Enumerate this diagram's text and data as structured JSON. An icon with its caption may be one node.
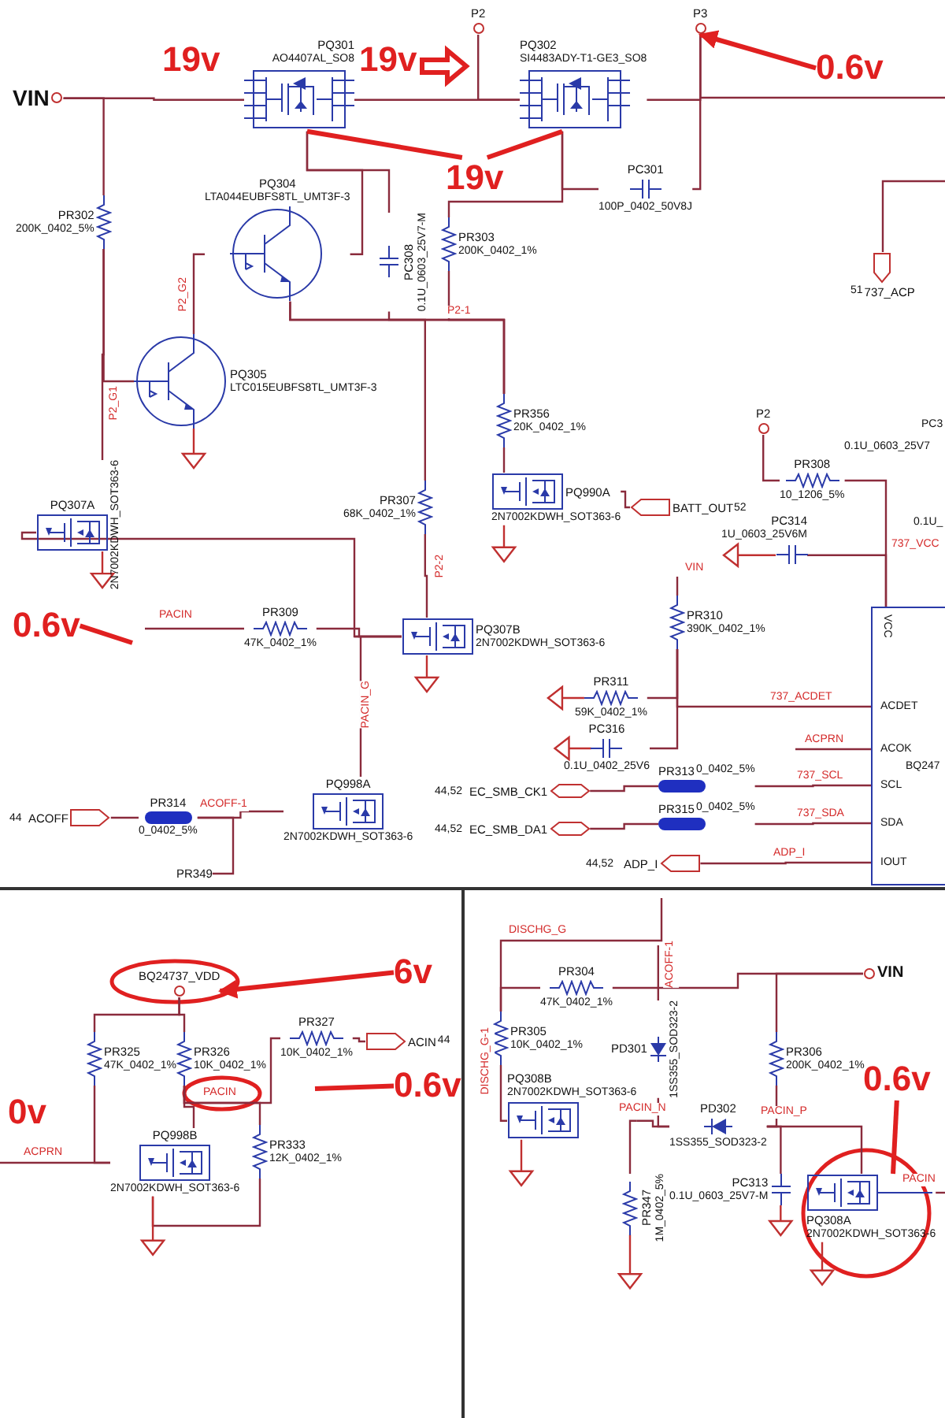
{
  "diagram": {
    "nodes": [
      {
        "text": [
          "VIN"
        ]
      },
      {
        "text": [
          "PQ301",
          "AO4407AL_SO8"
        ]
      },
      {
        "text": [
          "P2"
        ]
      },
      {
        "text": [
          "PQ302",
          "SI4483ADY-T1-GE3_SO8"
        ]
      },
      {
        "text": [
          "P3"
        ]
      },
      {
        "text": [
          "PR302",
          "200K_0402_5%"
        ]
      },
      {
        "text": [
          "PQ304",
          "LTA044EUBFS8TL_UMT3F-3"
        ]
      },
      {
        "text": [
          "PC308",
          "0.1U_0603_25V7-M"
        ]
      },
      {
        "text": [
          "PR303",
          "200K_0402_1%"
        ]
      },
      {
        "text": [
          "PC301",
          "100P_0402_50V8J"
        ]
      },
      {
        "text": [
          "737_ACP"
        ],
        "beside": [
          "51"
        ]
      },
      {
        "text": [
          "PQ305",
          "LTC015EUBFS8TL_UMT3F-3"
        ]
      },
      {
        "text": [
          "PQ307A",
          "2N7002KDWH_SOT363-6"
        ]
      },
      {
        "text": [
          "PR356",
          "20K_0402_1%"
        ]
      },
      {
        "text": [
          "PQ990A",
          "2N7002KDWH_SOT363-6"
        ]
      },
      {
        "text": [
          "BATT_OUT"
        ]
      },
      {
        "text": [
          "PR307",
          "68K_0402_1%"
        ]
      },
      {
        "text": [
          "PQ307B",
          "2N7002KDWH_SOT363-6"
        ]
      },
      {
        "text": [
          "PR309",
          "47K_0402_1%"
        ]
      },
      {
        "text": [
          "PR314",
          "0_0402_5%"
        ]
      },
      {
        "text": [
          "ACOFF"
        ]
      },
      {
        "text": [
          "PQ998A",
          "2N7002KDWH_SOT363-6"
        ]
      },
      {
        "text": [
          "PR349"
        ]
      },
      {
        "text": [
          "P2"
        ]
      },
      {
        "text": [
          "PR308",
          "10_1206_5%"
        ]
      },
      {
        "text": [
          "PC314",
          "1U_0603_25V6M"
        ]
      },
      {
        "text": [
          "PR310",
          "390K_0402_1%"
        ]
      },
      {
        "text": [
          "PR311",
          "59K_0402_1%"
        ]
      },
      {
        "text": [
          "PC316",
          "0.1U_0402_25V6"
        ]
      },
      {
        "text": [
          "EC_SMB_CK1"
        ]
      },
      {
        "text": [
          "EC_SMB_DA1"
        ]
      },
      {
        "text": [
          "PR313",
          "0_0402_5%"
        ]
      },
      {
        "text": [
          "PR315",
          "0_0402_5%"
        ]
      },
      {
        "text": [
          "ADP_I"
        ]
      },
      {
        "text": [
          "VCC",
          "ACDET",
          "ACOK",
          "SCL",
          "SDA",
          "IOUT",
          "BQ247"
        ]
      },
      {
        "text": [
          "BQ24737_VDD"
        ]
      },
      {
        "text": [
          "PR325",
          "47K_0402_1%"
        ]
      },
      {
        "text": [
          "PR326",
          "10K_0402_1%"
        ]
      },
      {
        "text": [
          "PR327",
          "10K_0402_1%"
        ]
      },
      {
        "text": [
          "ACIN"
        ],
        "beside": [
          "44"
        ]
      },
      {
        "text": [
          "PQ998B",
          "2N7002KDWH_SOT363-6"
        ]
      },
      {
        "text": [
          "PR333",
          "12K_0402_1%"
        ]
      },
      {
        "text": [
          "VIN"
        ]
      },
      {
        "text": [
          "PR304",
          "47K_0402_1%"
        ]
      },
      {
        "text": [
          "PR305",
          "10K_0402_1%"
        ]
      },
      {
        "text": [
          "PD301",
          "1SS355_SOD323-2"
        ]
      },
      {
        "text": [
          "PR306",
          "200K_0402_1%"
        ]
      },
      {
        "text": [
          "PQ308B",
          "2N7002KDWH_SOT363-6"
        ]
      },
      {
        "text": [
          "PD302",
          "1SS355_SOD323-2"
        ]
      },
      {
        "text": [
          "PR347",
          "1M_0402_5%"
        ]
      },
      {
        "text": [
          "PC313",
          "0.1U_0603_25V7-M"
        ]
      },
      {
        "text": [
          "PQ308A",
          "2N7002KDWH_SOT363-6"
        ]
      },
      {
        "text": [
          "0.6v"
        ]
      },
      {
        "text": [
          "19v"
        ]
      },
      {
        "text": [
          "0.6v"
        ]
      },
      {
        "text": [
          "6v"
        ]
      },
      {
        "text": [
          "0.6v"
        ]
      },
      {
        "text": [
          "0.6v"
        ]
      }
    ],
    "edges": [
      {
        "from": 0,
        "to": 1,
        "arrow": "none"
      },
      {
        "from": 0,
        "to": 5,
        "arrow": "none"
      },
      {
        "from": 1,
        "to": 3,
        "arrow": "none"
      },
      {
        "from": 2,
        "to": 3,
        "arrow": "none"
      },
      {
        "from": 3,
        "to": 4,
        "arrow": "none"
      },
      {
        "from": 3,
        "to": 9,
        "arrow": "none"
      },
      {
        "from": 9,
        "to": 4,
        "arrow": "none"
      },
      {
        "from": 3,
        "to": 8,
        "arrow": "none"
      },
      {
        "from": 1,
        "to": 6,
        "arrow": "none"
      },
      {
        "from": 1,
        "to": 7,
        "arrow": "none"
      },
      {
        "from": 5,
        "to": 11,
        "arrow": "none"
      },
      {
        "from": 11,
        "to": 6,
        "arrow": "none",
        "label": "P2_G2"
      },
      {
        "from": 6,
        "to": 13,
        "arrow": "none",
        "label": "P2-1"
      },
      {
        "from": 8,
        "to": 13,
        "arrow": "none"
      },
      {
        "from": 7,
        "to": 13,
        "arrow": "none"
      },
      {
        "from": 13,
        "to": 14,
        "arrow": "none"
      },
      {
        "from": 15,
        "to": 14,
        "arrow": "none"
      },
      {
        "from": 5,
        "to": 12,
        "arrow": "none",
        "label": "P2_G1"
      },
      {
        "from": 12,
        "to": 17,
        "arrow": "none"
      },
      {
        "from": 6,
        "to": 16,
        "arrow": "none"
      },
      {
        "from": 16,
        "to": 17,
        "arrow": "none",
        "label": "P2-2"
      },
      {
        "from": 18,
        "to": 17,
        "arrow": "none"
      },
      {
        "from": null,
        "to": 18,
        "arrow": "none",
        "label": "PACIN"
      },
      {
        "from": 17,
        "to": 21,
        "arrow": "none",
        "label": "PACIN_G"
      },
      {
        "from": 20,
        "to": 19,
        "arrow": "none"
      },
      {
        "from": 19,
        "to": 21,
        "arrow": "none",
        "label": "ACOFF-1"
      },
      {
        "from": 19,
        "to": 22,
        "arrow": "none"
      },
      {
        "from": 23,
        "to": 24,
        "arrow": "none"
      },
      {
        "from": 24,
        "to": 34,
        "arrow": "none",
        "label": "737_VCC"
      },
      {
        "from": 25,
        "to": 34,
        "arrow": "none"
      },
      {
        "from": 26,
        "to": 34,
        "arrow": "none",
        "label": "737_ACDET"
      },
      {
        "from": 27,
        "to": 26,
        "arrow": "none"
      },
      {
        "from": 28,
        "to": 26,
        "arrow": "none"
      },
      {
        "from": null,
        "to": 34,
        "arrow": "none",
        "label": "ACPRN"
      },
      {
        "from": 29,
        "to": 31,
        "arrow": "none"
      },
      {
        "from": 31,
        "to": 34,
        "arrow": "none",
        "label": "737_SCL"
      },
      {
        "from": 30,
        "to": 32,
        "arrow": "none"
      },
      {
        "from": 32,
        "to": 34,
        "arrow": "none",
        "label": "737_SDA"
      },
      {
        "from": 33,
        "to": 34,
        "arrow": "none",
        "label": "ADP_I"
      },
      {
        "from": 10,
        "to": null,
        "arrow": "none"
      },
      {
        "from": 4,
        "to": null,
        "arrow": "none"
      },
      {
        "from": 26,
        "to": null,
        "arrow": "none",
        "label": "VIN"
      },
      {
        "from": 35,
        "to": 36,
        "arrow": "none"
      },
      {
        "from": 35,
        "to": 37,
        "arrow": "none"
      },
      {
        "from": 36,
        "to": 40,
        "arrow": "none"
      },
      {
        "from": null,
        "to": 40,
        "arrow": "none",
        "label": "ACPRN"
      },
      {
        "from": 37,
        "to": 40,
        "arrow": "none"
      },
      {
        "from": 37,
        "to": 38,
        "arrow": "none",
        "label": "PACIN"
      },
      {
        "from": 38,
        "to": 39,
        "arrow": "none"
      },
      {
        "from": 37,
        "to": 41,
        "arrow": "none"
      },
      {
        "from": 41,
        "to": 40,
        "arrow": "none"
      },
      {
        "from": 42,
        "to": 43,
        "arrow": "none"
      },
      {
        "from": 43,
        "to": 44,
        "arrow": "none"
      },
      {
        "from": 42,
        "to": 46,
        "arrow": "none"
      },
      {
        "from": 44,
        "to": null,
        "arrow": "none",
        "label": "DISCHG_G"
      },
      {
        "from": 44,
        "to": 47,
        "arrow": "none",
        "label": "DISCHG_G-1"
      },
      {
        "from": 47,
        "to": 48,
        "arrow": "none",
        "label": "PACIN_N"
      },
      {
        "from": 45,
        "to": 48,
        "arrow": "none"
      },
      {
        "from": 45,
        "to": null,
        "arrow": "none",
        "label": "ACOFF-1"
      },
      {
        "from": 47,
        "to": 49,
        "arrow": "none"
      },
      {
        "from": 48,
        "to": 46,
        "arrow": "none",
        "label": "PACIN_P"
      },
      {
        "from": 48,
        "to": 50,
        "arrow": "none"
      },
      {
        "from": 48,
        "to": 51,
        "arrow": "none"
      },
      {
        "from": null,
        "to": 51,
        "arrow": "none",
        "label": "PACIN"
      },
      {
        "from": 52,
        "to": 4,
        "arrow": "to",
        "style": "thick",
        "color": "#e02020"
      },
      {
        "from": 53,
        "to": 1,
        "arrow": "none",
        "style": "thick",
        "color": "#e02020"
      },
      {
        "from": 53,
        "to": 3,
        "arrow": "none",
        "style": "thick",
        "color": "#e02020"
      },
      {
        "from": 54,
        "to": null,
        "arrow": "none",
        "style": "thick",
        "color": "#e02020"
      },
      {
        "from": 55,
        "to": 35,
        "arrow": "to",
        "style": "thick",
        "color": "#e02020"
      },
      {
        "from": 56,
        "to": null,
        "arrow": "none",
        "style": "thick",
        "color": "#e02020"
      },
      {
        "from": 57,
        "to": 51,
        "arrow": "none",
        "style": "thick",
        "color": "#e02020"
      }
    ],
    "labels": [
      "19v",
      "19v",
      "PC3",
      "0.1U_0603_25V7",
      "0.1U_",
      "52",
      "44",
      "44,52",
      "44,52",
      "44,52",
      "0v"
    ]
  }
}
